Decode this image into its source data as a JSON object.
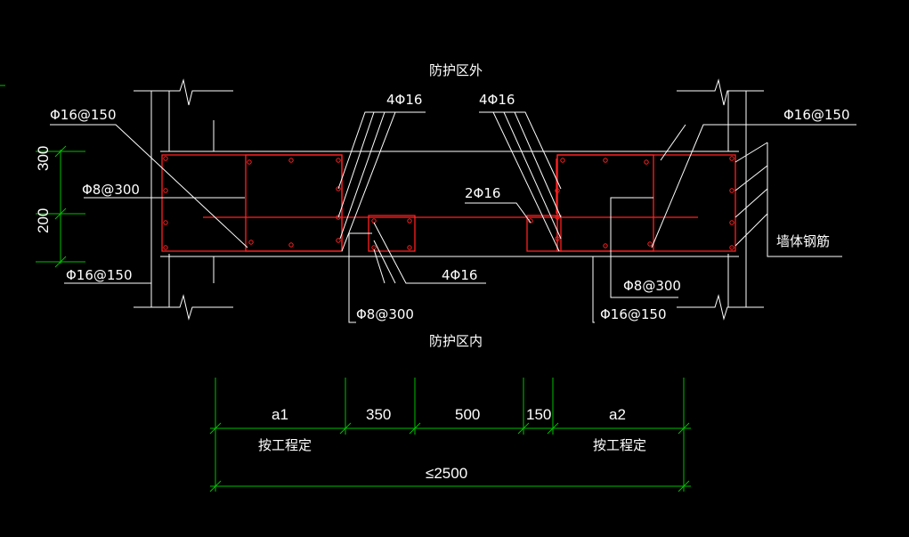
{
  "zones": {
    "outside": "防护区外",
    "inside": "防护区内"
  },
  "rebar_labels": {
    "left_top_dist": "Φ16@150",
    "left_stirrup": "Φ8@300",
    "left_bottom_dist": "Φ16@150",
    "top_left_bars": "4Φ16",
    "top_right_bars": "4Φ16",
    "middle_bars": "2Φ16",
    "right_top_dist": "Φ16@150",
    "wall_rebar": "墙体钢筋",
    "center_bottom_bars": "4Φ16",
    "center_stirrup": "Φ8@300",
    "right_stirrup": "Φ8@300",
    "right_bottom_dist": "Φ16@150"
  },
  "vertical_dims": [
    "300",
    "200"
  ],
  "dimensions": {
    "segments": [
      "a1",
      "350",
      "500",
      "150",
      "a2"
    ],
    "note_left": "按工程定",
    "note_right": "按工程定",
    "total": "≤2500"
  },
  "colors": {
    "background": "#000000",
    "linework": "#ffffff",
    "rebar": "#ff2020",
    "dimension": "#00c000"
  }
}
